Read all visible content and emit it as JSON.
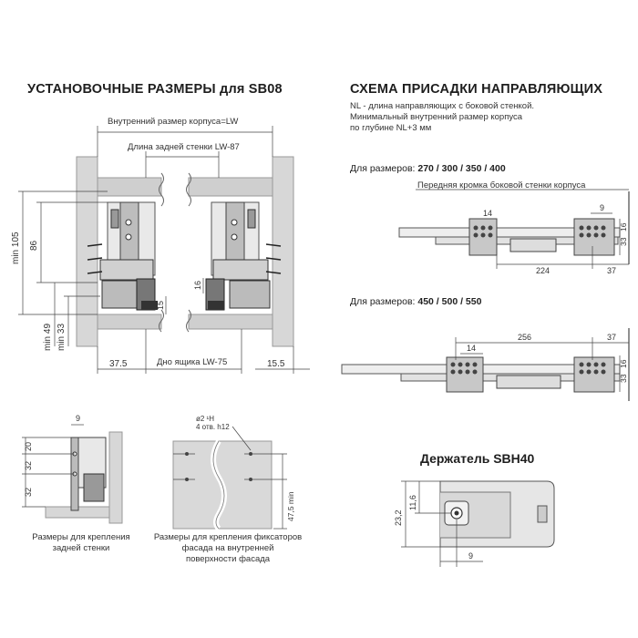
{
  "left": {
    "title": "УСТАНОВОЧНЫЕ РАЗМЕРЫ для SB08",
    "inner_size": "Внутренний размер корпуса=LW",
    "back_wall": "Длина задней стенки  LW-87",
    "bottom": "Дно ящика  LW-75",
    "dims": {
      "min105": "min 105",
      "d86": "86",
      "min49": "min 49",
      "min33": "min 33",
      "d15": "15",
      "d16": "16",
      "d375": "37.5",
      "d155": "15.5",
      "d9": "9",
      "d20": "20",
      "d32a": "32",
      "d32b": "32",
      "d475": "47,5 min",
      "hole1": "ø2 ¹H",
      "hole2": "4 отв. h12"
    },
    "caption_back": "Размеры  для крепления\nзадней стенки",
    "caption_front": "Размеры для крепления фиксаторов\nфасада на внутренней\nповерхности фасада"
  },
  "right": {
    "title": "СХЕМА ПРИСАДКИ НАПРАВЛЯЮЩИХ",
    "note": "NL - длина направляющих с боковой стенкой.\nМинимальный внутренний размер корпуса\nпо глубине NL+3 мм",
    "sizes1_prefix": "Для размеров: ",
    "sizes1": "270 / 300 / 350 / 400",
    "front_edge": "Передняя кромка боковой стенки корпуса",
    "sizes2_prefix": "Для размеров: ",
    "sizes2": "450 / 500 / 550",
    "dims1": {
      "d14": "14",
      "d9": "9",
      "d224": "224",
      "d37": "37",
      "d33": "33",
      "d16": "16"
    },
    "dims2": {
      "d14": "14",
      "d256": "256",
      "d37": "37",
      "d33": "33",
      "d16": "16"
    },
    "holder_title": "Держатель SBH40",
    "holder_dims": {
      "d232": "23,2",
      "d116": "11,6",
      "d9": "9"
    }
  }
}
